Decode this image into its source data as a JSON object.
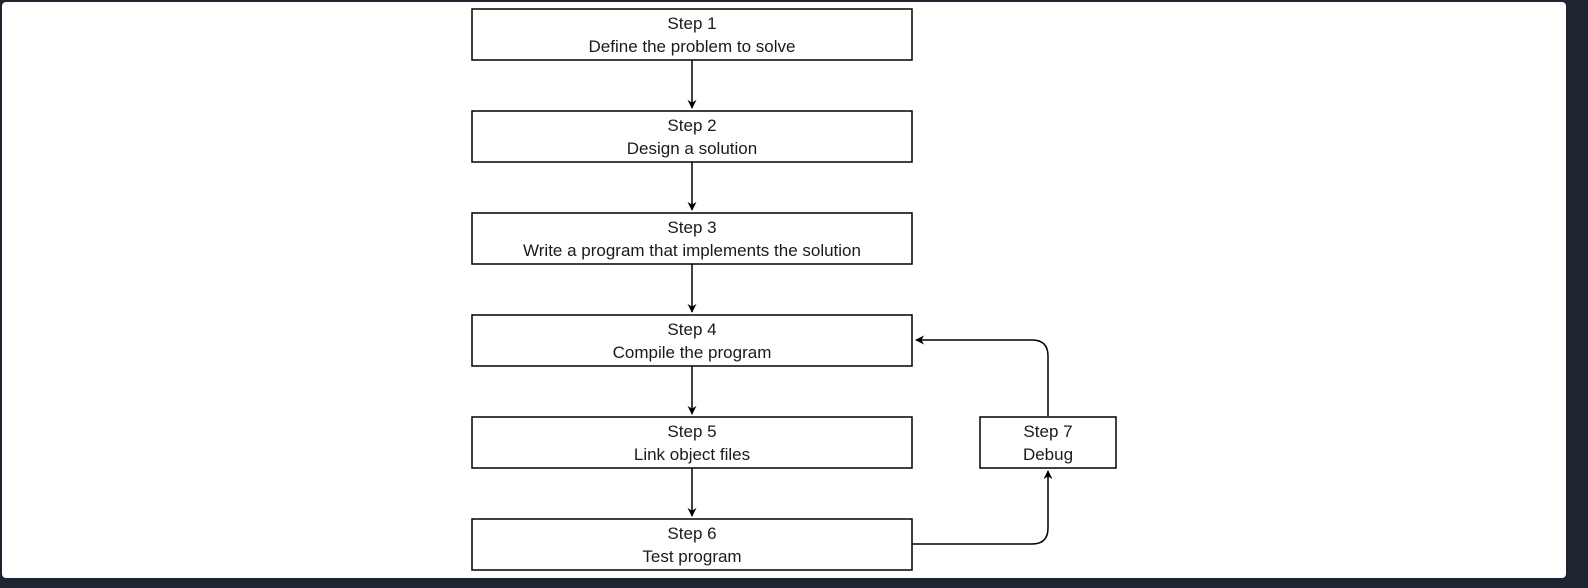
{
  "colors": {
    "frame": "#1e2430",
    "background": "#ffffff",
    "stroke": "#000000",
    "text": "#1a1a1a"
  },
  "steps": [
    {
      "id": "step-1",
      "title": "Step 1",
      "text": "Define the problem to solve"
    },
    {
      "id": "step-2",
      "title": "Step 2",
      "text": "Design a solution"
    },
    {
      "id": "step-3",
      "title": "Step 3",
      "text": "Write a program that implements the solution"
    },
    {
      "id": "step-4",
      "title": "Step 4",
      "text": "Compile the program"
    },
    {
      "id": "step-5",
      "title": "Step 5",
      "text": "Link object files"
    },
    {
      "id": "step-6",
      "title": "Step 6",
      "text": "Test program"
    },
    {
      "id": "step-7",
      "title": "Step 7",
      "text": "Debug"
    }
  ],
  "connections": [
    {
      "from": "step-1",
      "to": "step-2"
    },
    {
      "from": "step-2",
      "to": "step-3"
    },
    {
      "from": "step-3",
      "to": "step-4"
    },
    {
      "from": "step-4",
      "to": "step-5"
    },
    {
      "from": "step-5",
      "to": "step-6"
    },
    {
      "from": "step-6",
      "to": "step-7"
    },
    {
      "from": "step-7",
      "to": "step-4"
    }
  ]
}
